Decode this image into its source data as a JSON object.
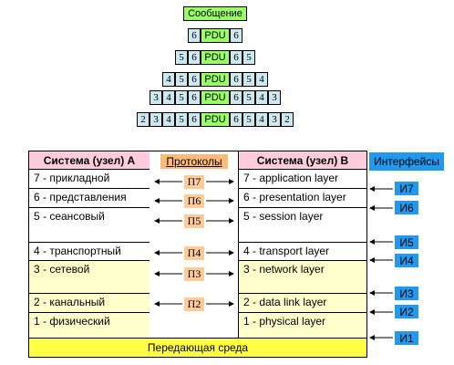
{
  "pyramid": {
    "message": "Сообщение",
    "pdu": "PDU",
    "rows": [
      {
        "left": [
          "6"
        ],
        "right": [
          "6"
        ]
      },
      {
        "left": [
          "5",
          "6"
        ],
        "right": [
          "6",
          "5"
        ]
      },
      {
        "left": [
          "4",
          "5",
          "6"
        ],
        "right": [
          "6",
          "5",
          "4"
        ]
      },
      {
        "left": [
          "3",
          "4",
          "5",
          "6"
        ],
        "right": [
          "6",
          "5",
          "4",
          "3"
        ]
      },
      {
        "left": [
          "2",
          "3",
          "4",
          "5",
          "6"
        ],
        "right": [
          "6",
          "5",
          "4",
          "3",
          "2"
        ]
      }
    ]
  },
  "system_a": {
    "title": "Система (узел) А",
    "layers": [
      "7 - прикладной",
      "6 - представления",
      "5 - сеансовый",
      "4 - транспортный",
      "3 - сетевой",
      "2 - канальный",
      "1 - физический"
    ]
  },
  "protocols": {
    "title": "Протоколы",
    "items": [
      "П7",
      "П6",
      "П5",
      "П4",
      "П3",
      "П2"
    ]
  },
  "system_b": {
    "title": "Система (узел) В",
    "layers": [
      "7 - application layer",
      "6 - presentation layer",
      "5 - session layer",
      "4 - transport layer",
      "3 - network layer",
      "2 - data link layer",
      "1 - physical layer"
    ]
  },
  "interfaces": {
    "title": "Интерфейсы",
    "items": [
      "И7",
      "И6",
      "И5",
      "И4",
      "И3",
      "И2",
      "И1"
    ]
  },
  "medium": "Передающая среда",
  "colors": {
    "pdu": "#99ff66",
    "header_numbers": "#cce9f0",
    "system_header": "#ffccdd",
    "protocol": "#ffcc99",
    "interface": "#2299ee",
    "medium": "#ffff44",
    "lower_layers": "#ffffcc"
  }
}
